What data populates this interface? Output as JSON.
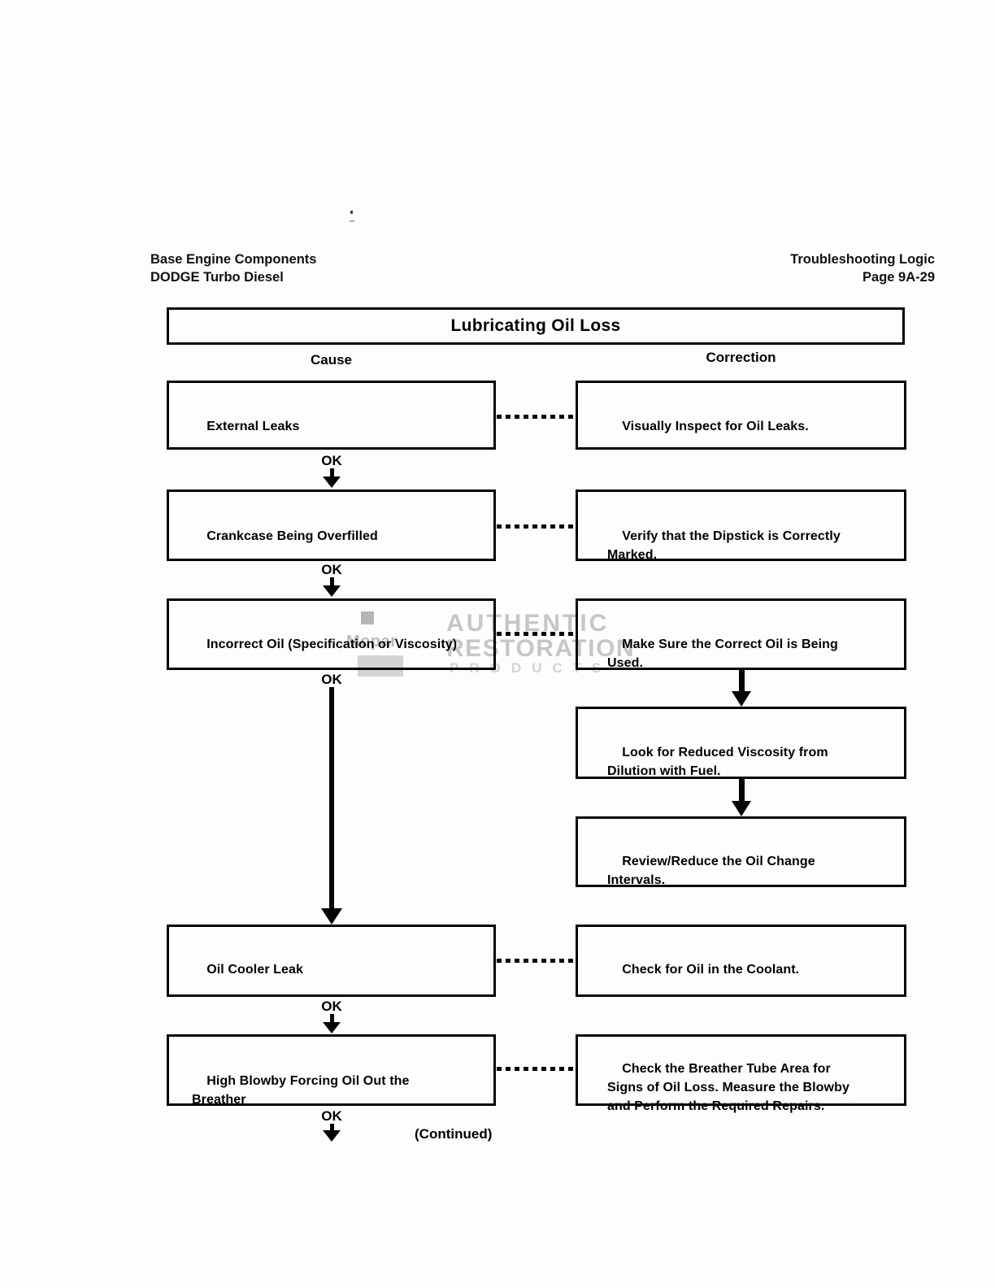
{
  "header": {
    "left_line1": "Base Engine Components",
    "left_line2": "DODGE Turbo Diesel",
    "right_line1": "Troubleshooting Logic",
    "right_line2": "Page 9A-29"
  },
  "flow": {
    "title": "Lubricating Oil Loss",
    "cause_col": "Cause",
    "correction_col": "Correction",
    "ok": "OK",
    "continued": "(Continued)",
    "causes": [
      "External Leaks",
      "Crankcase Being Overfilled",
      "Incorrect Oil (Specification or Viscosity)",
      "Oil Cooler Leak",
      "High Blowby Forcing Oil Out the\nBreather"
    ],
    "corrections": [
      "Visually Inspect for Oil Leaks.",
      "Verify that the Dipstick is Correctly\nMarked.",
      "Make Sure the Correct Oil is Being\nUsed.",
      "Look for Reduced Viscosity from\nDilution with Fuel.",
      "Review/Reduce the Oil Change\nIntervals.",
      "Check for Oil in the Coolant.",
      "Check the Breather Tube Area for\nSigns of Oil Loss. Measure the Blowby\nand Perform the Required Repairs."
    ]
  },
  "watermark": {
    "brand": "Mopar",
    "line1": "AUTHENTIC",
    "line2": "RESTORATION",
    "line3": "PRODUCTS"
  },
  "colors": {
    "ink": "#050505",
    "watermark_gray": "#c6c6c6",
    "paper": "#fdfdfd"
  }
}
